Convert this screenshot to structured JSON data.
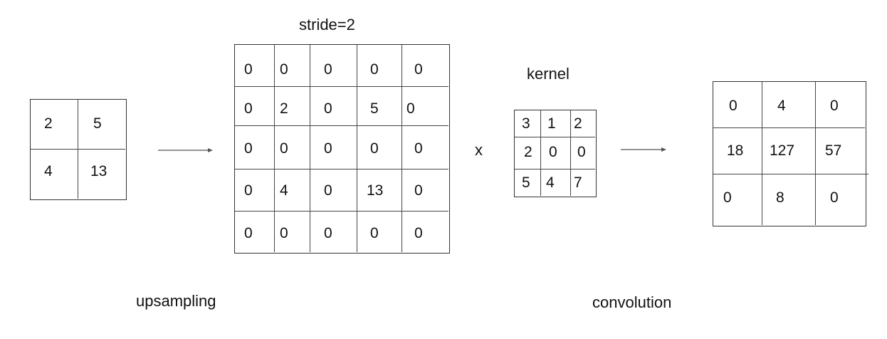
{
  "input_matrix": {
    "values": [
      [
        "2",
        "5"
      ],
      [
        "4",
        "13"
      ]
    ]
  },
  "upsampled_matrix": {
    "values": [
      [
        "0",
        "0",
        "0",
        "0",
        "0"
      ],
      [
        "0",
        "2",
        "0",
        "5",
        "0"
      ],
      [
        "0",
        "0",
        "0",
        "0",
        "0"
      ],
      [
        "0",
        "4",
        "0",
        "13",
        "0"
      ],
      [
        "0",
        "0",
        "0",
        "0",
        "0"
      ]
    ]
  },
  "kernel_matrix": {
    "values": [
      [
        "3",
        "1",
        "2"
      ],
      [
        "2",
        "0",
        "0"
      ],
      [
        "5",
        "4",
        "7"
      ]
    ]
  },
  "output_matrix": {
    "values": [
      [
        "0",
        "4",
        "0"
      ],
      [
        "18",
        "127",
        "57"
      ],
      [
        "0",
        "8",
        "0"
      ]
    ]
  },
  "labels": {
    "stride": "stride=2",
    "kernel": "kernel",
    "multiply": "x",
    "upsampling": "upsampling",
    "convolution": "convolution"
  },
  "colors": {
    "line": "#333333",
    "arrow": "#555555"
  }
}
